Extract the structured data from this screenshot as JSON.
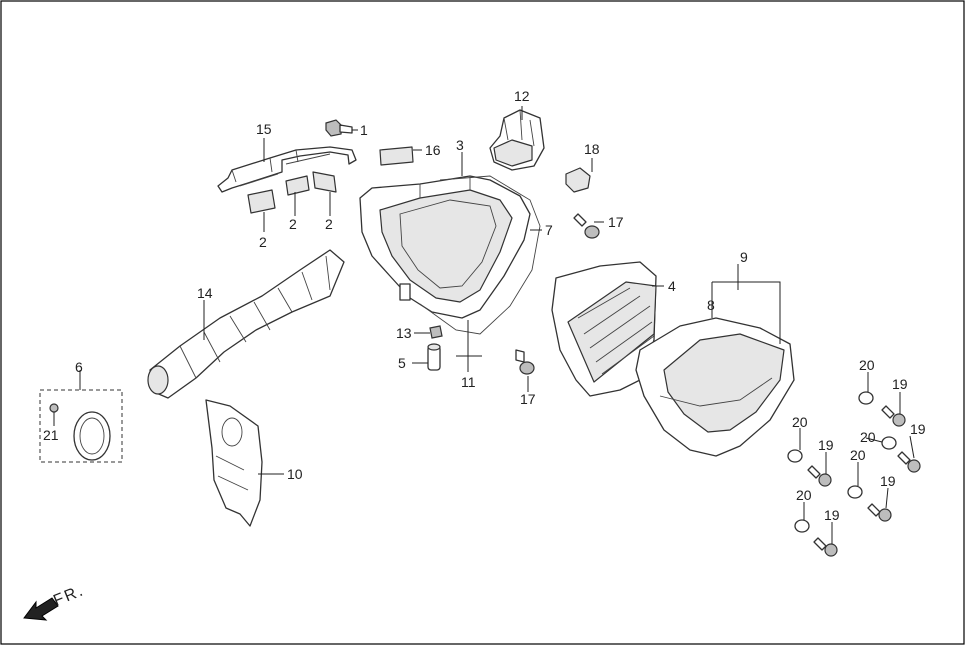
{
  "diagram": {
    "callouts": [
      {
        "id": "c1",
        "label": "1"
      },
      {
        "id": "c2a",
        "label": "2"
      },
      {
        "id": "c2b",
        "label": "2"
      },
      {
        "id": "c2c",
        "label": "2"
      },
      {
        "id": "c3",
        "label": "3"
      },
      {
        "id": "c4",
        "label": "4"
      },
      {
        "id": "c5",
        "label": "5"
      },
      {
        "id": "c6",
        "label": "6"
      },
      {
        "id": "c7",
        "label": "7"
      },
      {
        "id": "c8",
        "label": "8"
      },
      {
        "id": "c9",
        "label": "9"
      },
      {
        "id": "c10",
        "label": "10"
      },
      {
        "id": "c11",
        "label": "11"
      },
      {
        "id": "c12",
        "label": "12"
      },
      {
        "id": "c13",
        "label": "13"
      },
      {
        "id": "c14",
        "label": "14"
      },
      {
        "id": "c15",
        "label": "15"
      },
      {
        "id": "c16",
        "label": "16"
      },
      {
        "id": "c17a",
        "label": "17"
      },
      {
        "id": "c17b",
        "label": "17"
      },
      {
        "id": "c18",
        "label": "18"
      },
      {
        "id": "c19a",
        "label": "19"
      },
      {
        "id": "c19b",
        "label": "19"
      },
      {
        "id": "c19c",
        "label": "19"
      },
      {
        "id": "c19d",
        "label": "19"
      },
      {
        "id": "c19e",
        "label": "19"
      },
      {
        "id": "c20a",
        "label": "20"
      },
      {
        "id": "c20b",
        "label": "20"
      },
      {
        "id": "c20c",
        "label": "20"
      },
      {
        "id": "c20d",
        "label": "20"
      },
      {
        "id": "c20e",
        "label": "20"
      },
      {
        "id": "c21",
        "label": "21"
      }
    ],
    "direction_label": "FR.",
    "direction_icon": "front-direction-arrow-icon"
  }
}
